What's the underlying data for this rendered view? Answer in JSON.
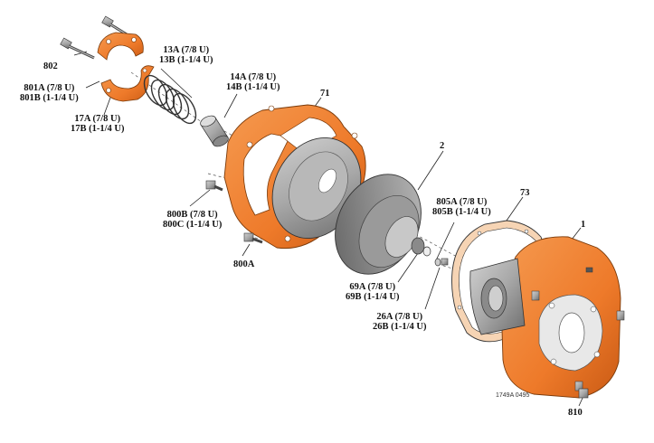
{
  "labels": {
    "p802": "802",
    "p801a": "801A (7/8 U)",
    "p801b": "801B (1-1/4 U)",
    "p17a": "17A (7/8 U)",
    "p17b": "17B (1-1/4 U)",
    "p13a": "13A (7/8 U)",
    "p13b": "13B (1-1/4 U)",
    "p14a": "14A (7/8 U)",
    "p14b": "14B (1-1/4 U)",
    "p71": "71",
    "p2": "2",
    "p800b": "800B (7/8 U)",
    "p800c": "800C (1-1/4 U)",
    "p800a": "800A",
    "p805a": "805A (7/8 U)",
    "p805b": "805B (1-1/4 U)",
    "p73": "73",
    "p1": "1",
    "p69a": "69A (7/8 U)",
    "p69b": "69B (1-1/4 U)",
    "p26a": "26A (7/8 U)",
    "p26b": "26B (1-1/4 U)",
    "p810": "810"
  },
  "drawing_code": "1749A 0495",
  "colors": {
    "orange": "#ee7a2a",
    "orange_dark": "#c95a14",
    "gray": "#a8a8a8",
    "gray_dark": "#6d6d6d",
    "gasket": "#f2c39a"
  }
}
